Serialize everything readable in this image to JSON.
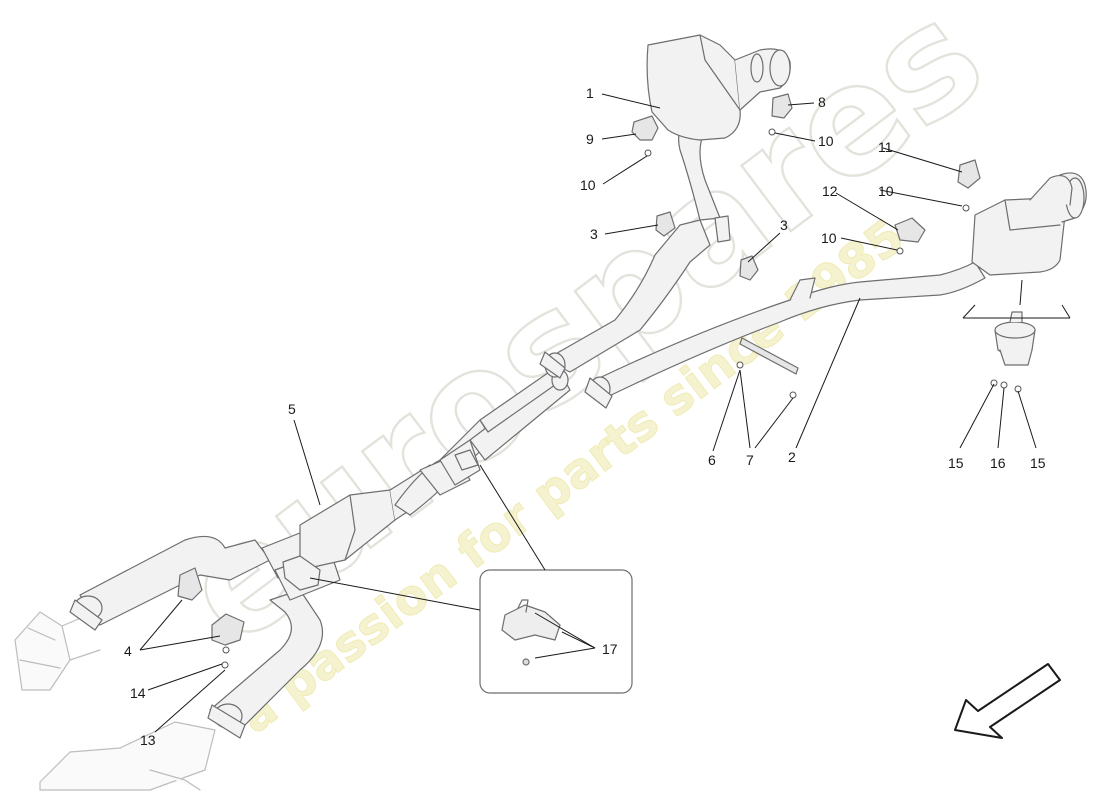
{
  "watermark": {
    "brand_line1": "eurospares",
    "tagline": "a passion for parts since 1985"
  },
  "callouts": [
    "1",
    "2",
    "3",
    "3",
    "4",
    "5",
    "6",
    "7",
    "8",
    "9",
    "10",
    "10",
    "10",
    "10",
    "11",
    "12",
    "13",
    "14",
    "15",
    "15",
    "16",
    "17"
  ],
  "icons": {
    "direction_arrow": "arrow-down-left-icon"
  },
  "colors": {
    "line": "#1a1a1a",
    "part_outline": "#6e6e6e",
    "part_fill": "#f2f2f2",
    "watermark_outline": "#dfe3da",
    "watermark_yellow": "#f4f1c8"
  }
}
